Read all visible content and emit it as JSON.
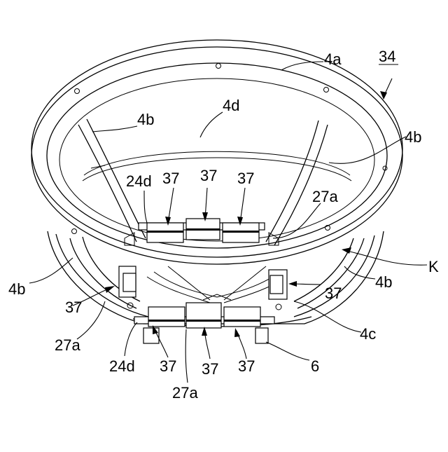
{
  "figure": {
    "ref_number": "34",
    "view_label": "K",
    "labels": {
      "ring_top": "4a",
      "rib_upper_left": "4b",
      "rib_upper_right": "4b",
      "rib_lower_left": "4b",
      "rib_lower_right": "4b",
      "inner_rim": "4d",
      "holder_top": "24d",
      "holder_bottom": "24d",
      "clip_right_top": "27a",
      "clip_left": "27a",
      "clip_bottom": "27a",
      "led_top_1": "37",
      "led_top_2": "37",
      "led_top_3": "37",
      "led_left": "37",
      "led_right": "37",
      "led_bottom_1": "37",
      "led_bottom_2": "37",
      "led_bottom_3": "37",
      "base_ring": "4c",
      "base": "6"
    }
  }
}
